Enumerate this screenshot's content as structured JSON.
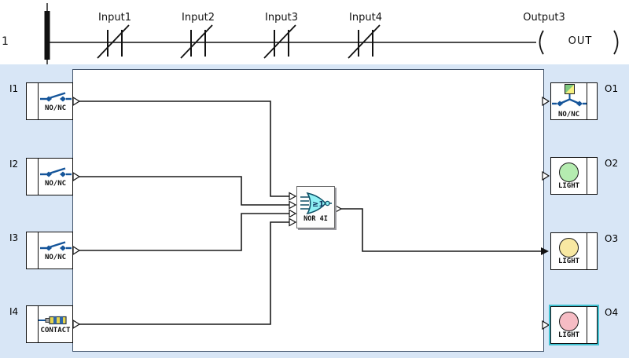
{
  "colors": {
    "background_blue": "#d8e6f6",
    "selection_teal": "#3fc1d1",
    "switch_blue": "#15559a",
    "gate_cyan": "#8ff0f4",
    "light_green": "#b5ecb0",
    "light_yellow": "#f8e8a2",
    "light_pink": "#f6bcc4"
  },
  "ladder": {
    "rung_number": "1",
    "contacts": [
      {
        "label": "Input1",
        "type": "NC"
      },
      {
        "label": "Input2",
        "type": "NC"
      },
      {
        "label": "Input3",
        "type": "NC"
      },
      {
        "label": "Input4",
        "type": "NC"
      }
    ],
    "coil": {
      "label": "Output3",
      "text": "OUT"
    }
  },
  "fbd": {
    "gate": {
      "name": "NOR 4I",
      "symbol": "≥1"
    },
    "inputs": [
      {
        "id": "I1",
        "type": "NO/NC"
      },
      {
        "id": "I2",
        "type": "NO/NC"
      },
      {
        "id": "I3",
        "type": "NO/NC"
      },
      {
        "id": "I4",
        "type": "CONTACT"
      }
    ],
    "outputs": [
      {
        "id": "O1",
        "type": "NO/NC"
      },
      {
        "id": "O2",
        "type": "LIGHT"
      },
      {
        "id": "O3",
        "type": "LIGHT"
      },
      {
        "id": "O4",
        "type": "LIGHT",
        "selected": true
      }
    ]
  }
}
